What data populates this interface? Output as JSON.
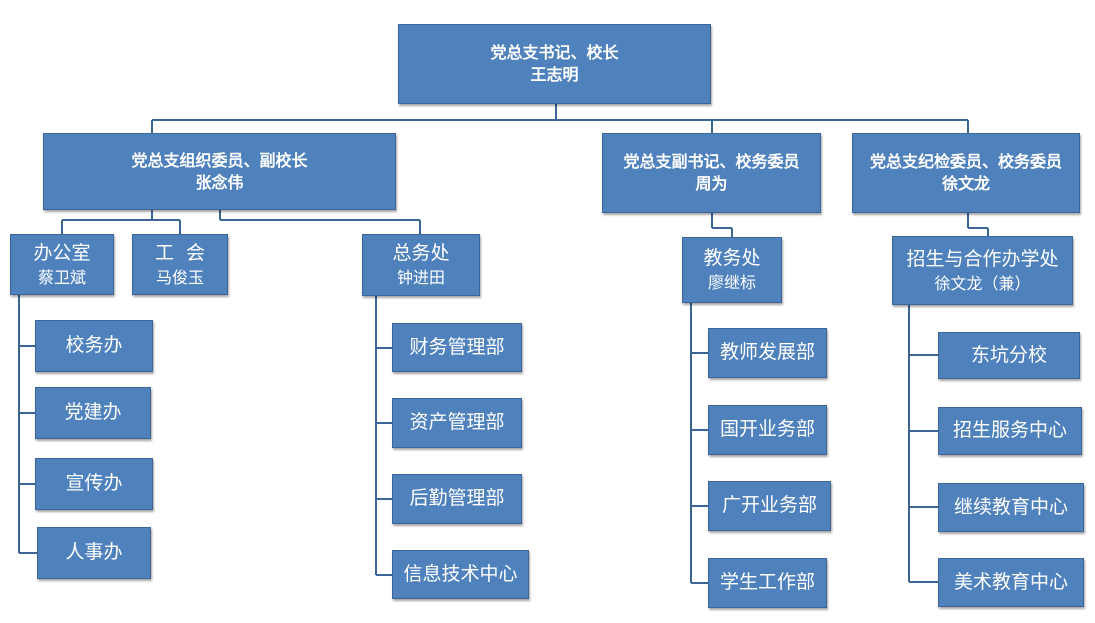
{
  "root": {
    "title": "党总支书记、校长",
    "name": "王志明"
  },
  "level2": [
    {
      "title": "党总支组织委员、副校长",
      "name": "张念伟"
    },
    {
      "title": "党总支副书记、校务委员",
      "name": "周为"
    },
    {
      "title": "党总支纪检委员、校务委员",
      "name": "徐文龙"
    }
  ],
  "level3": [
    {
      "title": "办公室",
      "name": "蔡卫斌"
    },
    {
      "title": "工  会",
      "name": "马俊玉"
    },
    {
      "title": "总务处",
      "name": "钟进田"
    },
    {
      "title": "教务处",
      "name": "廖继标"
    },
    {
      "title": "招生与合作办学处",
      "name": "徐文龙（兼）"
    }
  ],
  "leaves": {
    "office": [
      "校务办",
      "党建办",
      "宣传办",
      "人事办"
    ],
    "general_affairs": [
      "财务管理部",
      "资产管理部",
      "后勤管理部",
      "信息技术中心"
    ],
    "academic": [
      "教师发展部",
      "国开业务部",
      "广开业务部",
      "学生工作部"
    ],
    "admissions": [
      "东坑分校",
      "招生服务中心",
      "继续教育中心",
      "美术教育中心"
    ]
  }
}
